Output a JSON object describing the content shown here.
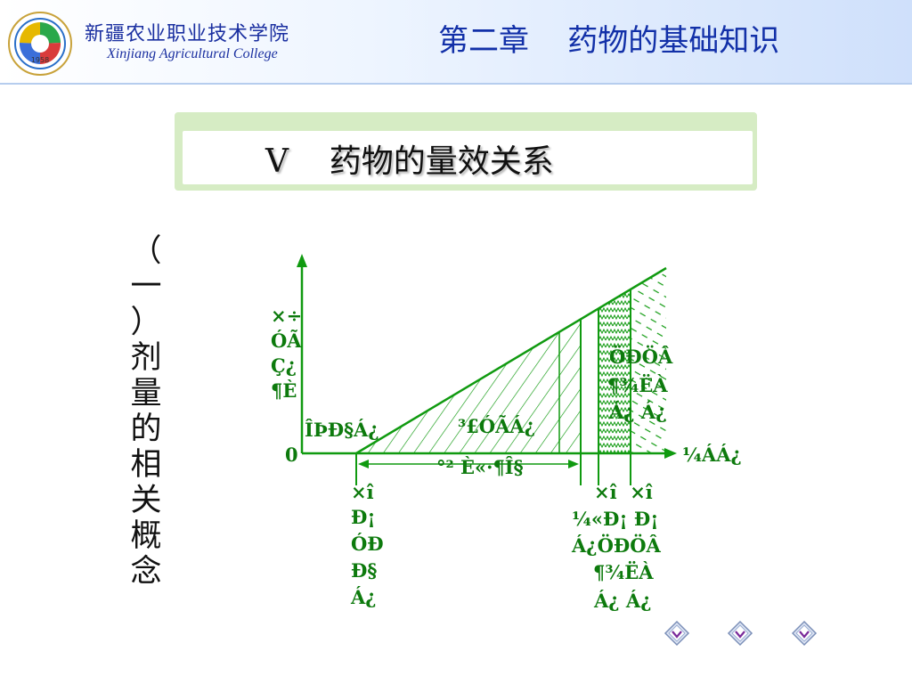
{
  "header": {
    "college_cn": "新疆农业职业技术学院",
    "college_en": "Xinjiang Agricultural College",
    "chapter_title": "第二章    药物的基础知识",
    "logo_icon": "college-emblem-icon",
    "logo_year": "1958"
  },
  "banner": {
    "title": "V    药物的量效关系"
  },
  "side_title": [
    "（",
    "一",
    "）",
    "剂",
    "量",
    "的",
    "相",
    "关",
    "概",
    "念"
  ],
  "diagram": {
    "origin_label": "0",
    "y_axis_label": [
      "×÷",
      "ÓÃ",
      "Ç¿",
      "¶È"
    ],
    "x_axis_label": "¼ÁÁ¿",
    "threshold_label": "ÎÞÐ§Á¿",
    "therapeutic_label": "³£ÓÃÁ¿",
    "toxic_label": [
      "ÖÐÖÂ",
      "¶¾ËÀ",
      "Á¿ Á¿"
    ],
    "safety_range_label": "°² È«·¶Î§",
    "min_effective_label": [
      "×î",
      "Ð¡",
      "ÓÐ",
      "Ð§",
      "Á¿"
    ],
    "max_label": [
      "×î  ×î",
      "¼«Ð¡ Ð¡",
      "Á¿ÖÐÖÂ",
      "¶¾ËÀ",
      "Á¿ Á¿"
    ],
    "colors": {
      "line": "#109a10",
      "text": "#0d7a0d"
    }
  },
  "nav": [
    {
      "name": "nav-prev-button",
      "icon": "diamond-arrow-icon"
    },
    {
      "name": "nav-home-button",
      "icon": "diamond-arrow-icon"
    },
    {
      "name": "nav-next-button",
      "icon": "diamond-arrow-icon"
    }
  ]
}
